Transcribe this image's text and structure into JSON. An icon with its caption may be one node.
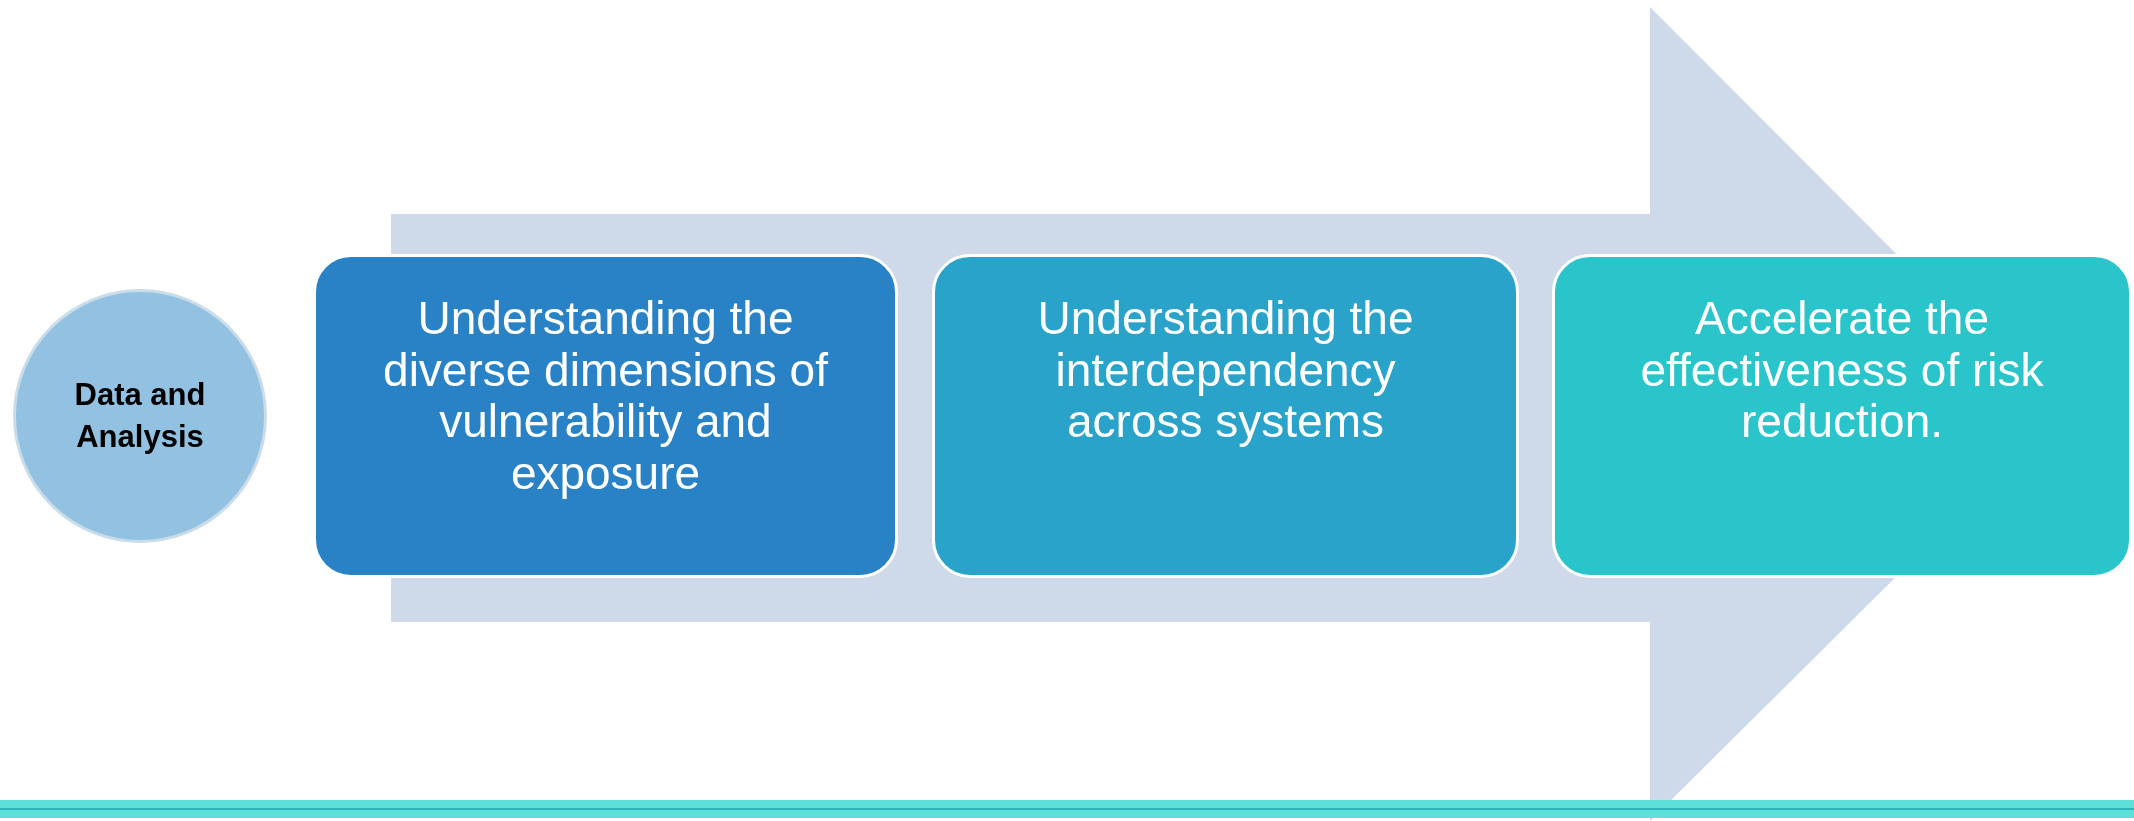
{
  "diagram": {
    "nodes": [
      {
        "text": [
          "Data and Analysis"
        ]
      },
      {
        "text": [
          "Understanding the diverse dimensions of vulnerability and exposure"
        ]
      },
      {
        "text": [
          "Understanding the interdependency across systems"
        ]
      },
      {
        "text": [
          "Accelerate the effectiveness of risk reduction."
        ]
      }
    ],
    "edges": [
      {
        "from": 1,
        "to": 3,
        "arrow": "to"
      }
    ]
  }
}
